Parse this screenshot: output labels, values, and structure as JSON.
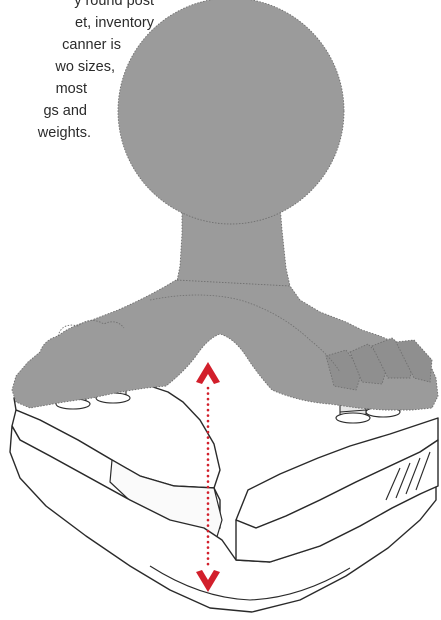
{
  "caption": {
    "lines": [
      "y round post",
      "et, inventory",
      "canner is",
      "wo sizes,",
      "most",
      "gs and",
      "weights."
    ]
  },
  "colors": {
    "rubber": "#9b9b9b",
    "rubber_edge": "#7d7d7d",
    "clamp_body": "#ffffff",
    "clamp_edge": "#2a2a2a",
    "threads": "#e4e4e4",
    "arrow": "#d21f2b"
  },
  "icons": {
    "adjustment_arrow": "double-headed-vertical-arrow-icon"
  }
}
